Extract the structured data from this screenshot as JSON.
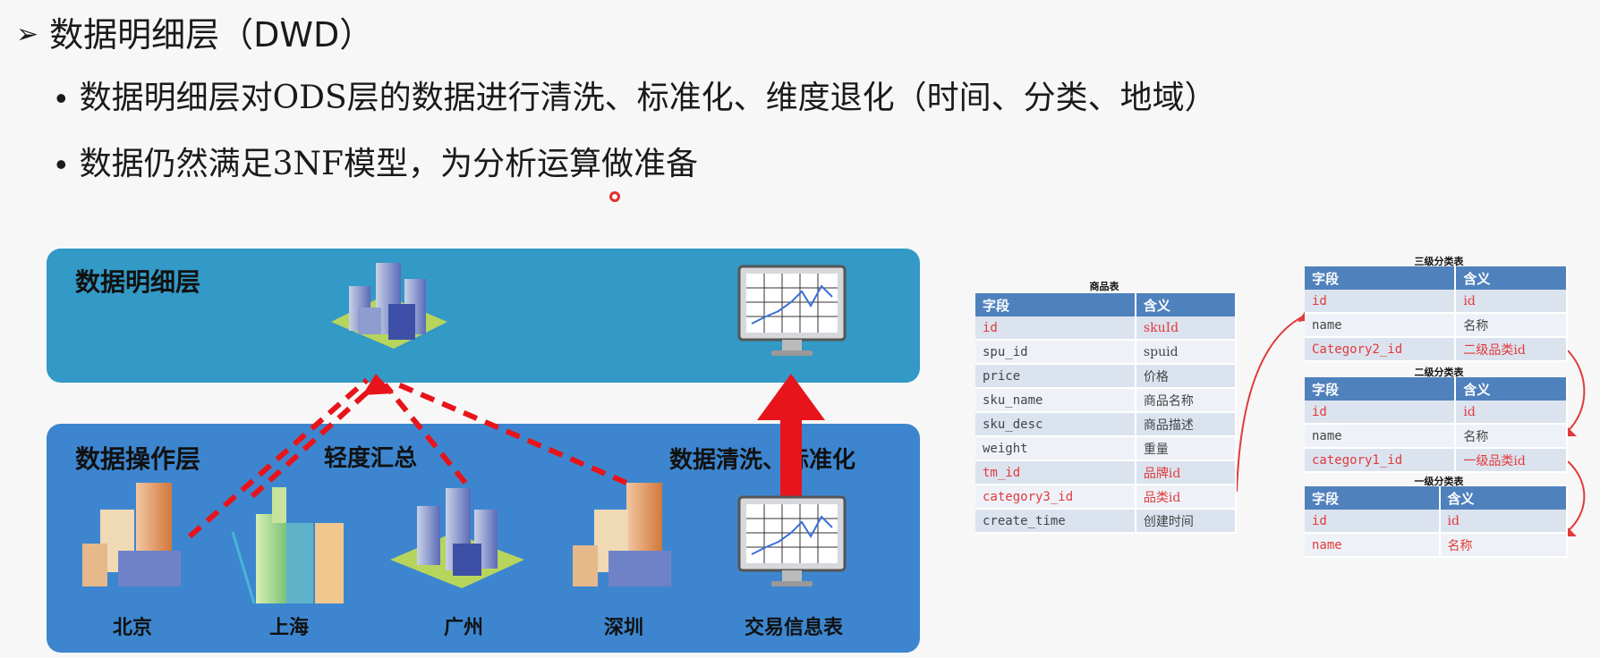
{
  "heading": {
    "marker": "➢",
    "text": "数据明细层（DWD）"
  },
  "bullets": [
    "数据明细层对ODS层的数据进行清洗、标准化、维度退化（时间、分类、地域）",
    "数据仍然满足3NF模型，为分析运算做准备"
  ],
  "diagram": {
    "top_panel_title": "数据明细层",
    "bottom_panel_title": "数据操作层",
    "light_summary_label": "轻度汇总",
    "cleaning_label": "数据清洗、标准化",
    "cities": [
      "北京",
      "上海",
      "广州",
      "深圳",
      "交易信息表"
    ],
    "colors": {
      "top_panel": "#3399c6",
      "bottom_panel": "#3d86cf",
      "arrow_red": "#e8141b"
    }
  },
  "tables": {
    "header": {
      "field": "字段",
      "meaning": "含义"
    },
    "product": {
      "caption": "商品表",
      "rows": [
        {
          "field": "id",
          "meaning": "skuId",
          "red": true
        },
        {
          "field": "spu_id",
          "meaning": "spuid",
          "red": false
        },
        {
          "field": "price",
          "meaning": "价格",
          "red": false
        },
        {
          "field": "sku_name",
          "meaning": "商品名称",
          "red": false
        },
        {
          "field": "sku_desc",
          "meaning": "商品描述",
          "red": false
        },
        {
          "field": "weight",
          "meaning": "重量",
          "red": false
        },
        {
          "field": "tm_id",
          "meaning": "品牌id",
          "red": true
        },
        {
          "field": "category3_id",
          "meaning": "品类id",
          "red": true
        },
        {
          "field": "create_time",
          "meaning": "创建时间",
          "red": false
        }
      ]
    },
    "category3": {
      "caption": "三级分类表",
      "rows": [
        {
          "field": "id",
          "meaning": "id",
          "red": true
        },
        {
          "field": "name",
          "meaning": "名称",
          "red": false
        },
        {
          "field": "Category2_id",
          "meaning": "二级品类id",
          "red": true
        }
      ]
    },
    "category2": {
      "caption": "二级分类表",
      "rows": [
        {
          "field": "id",
          "meaning": "id",
          "red": true
        },
        {
          "field": "name",
          "meaning": "名称",
          "red": false
        },
        {
          "field": "category1_id",
          "meaning": "一级品类id",
          "red": true
        }
      ]
    },
    "category1": {
      "caption": "一级分类表",
      "rows": [
        {
          "field": "id",
          "meaning": "id",
          "red": true
        },
        {
          "field": "name",
          "meaning": "名称",
          "red": true
        }
      ]
    }
  }
}
